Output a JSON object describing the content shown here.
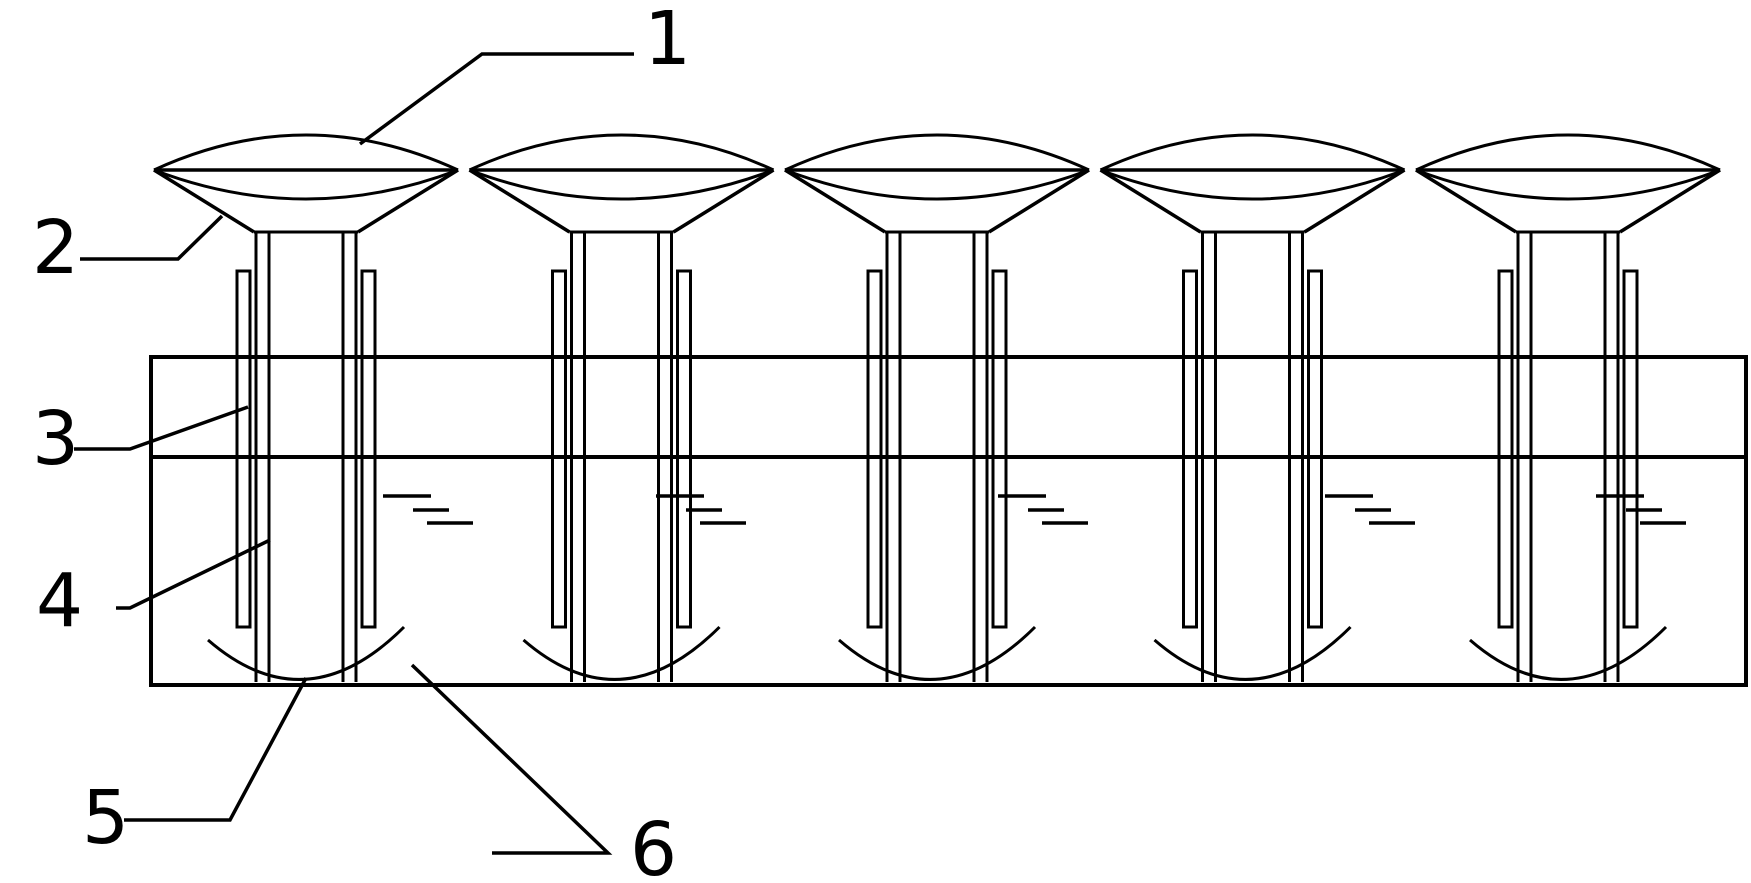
{
  "figure": {
    "line_color": "#000000",
    "background_color": "#ffffff",
    "unit_count": 5,
    "callouts": [
      {
        "id": "callout-1",
        "label": "1"
      },
      {
        "id": "callout-2",
        "label": "2"
      },
      {
        "id": "callout-3",
        "label": "3"
      },
      {
        "id": "callout-4",
        "label": "4"
      },
      {
        "id": "callout-5",
        "label": "5"
      },
      {
        "id": "callout-6",
        "label": "6"
      }
    ]
  }
}
